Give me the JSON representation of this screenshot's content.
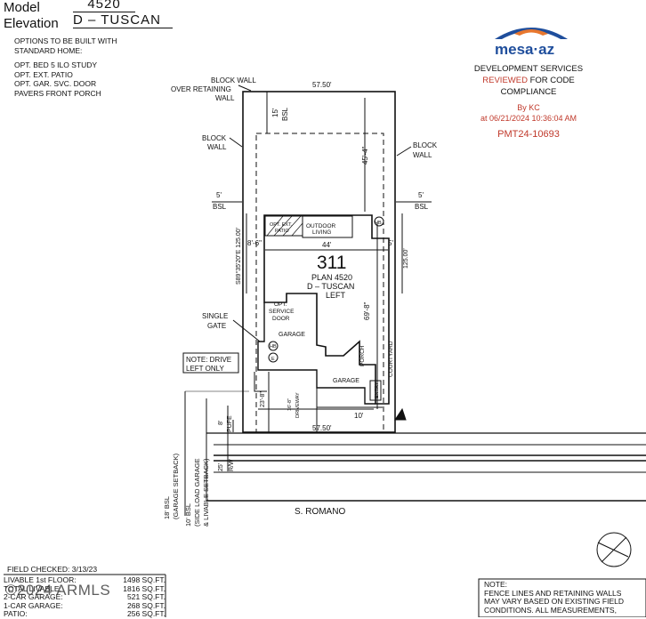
{
  "header": {
    "model_label": "Model",
    "model_value": "4520",
    "elevation_label": "Elevation",
    "elevation_value": "D – TUSCAN"
  },
  "options": {
    "title_lines": [
      "OPTIONS TO BE BUILT WITH",
      "STANDARD HOME:"
    ],
    "items": [
      "OPT. BED 5 ILO STUDY",
      "OPT. EXT. PATIO",
      "OPT. GAR. SVC. DOOR",
      "PAVERS FRONT PORCH"
    ]
  },
  "stamp": {
    "logo": "mesa·az",
    "line1": "DEVELOPMENT SERVICES",
    "reviewed": "REVIEWED",
    "line2_rest": " FOR CODE",
    "line3": "COMPLIANCE",
    "by": "By KC",
    "at": "at  06/21/2024  10:36:04 AM",
    "permit": "PMT24-10693"
  },
  "plan": {
    "lot_number": "311",
    "plan_name": "PLAN 4520",
    "elevation": "D – TUSCAN",
    "hand": "LEFT",
    "labels": {
      "block_wall_over_retaining": [
        "BLOCK WALL",
        "OVER RETAINING",
        "WALL"
      ],
      "block_wall_left": [
        "BLOCK",
        "WALL"
      ],
      "block_wall_right": [
        "BLOCK",
        "WALL"
      ],
      "setback_left": [
        "5'",
        "BSL"
      ],
      "setback_right": [
        "5'",
        "BSL"
      ],
      "rear_setback": [
        "15'",
        "BSL"
      ],
      "top_dim": "57.50'",
      "bottom_dim": "57.50'",
      "depth_dim": "45'-4\"",
      "width_44": "44'",
      "dim_8_6": "8'-6\"",
      "dim_5": "5'",
      "dim_69_8": "69'-8\"",
      "dim_23_8": "23'-8\"",
      "dim_10": "10'",
      "dim_8": "8'",
      "dim_25": "25'",
      "bearing": "S89°35'20\"E  125.00'",
      "right_side_dim": "125.00'",
      "ext_patio": [
        "OPT. EXT.",
        "PATIO"
      ],
      "outdoor_living": [
        "OUTDOOR",
        "LIVING"
      ],
      "hb": "HB",
      "e": "E",
      "service_door": [
        "OPT.",
        "SERVICE",
        "DOOR"
      ],
      "garage_left": "GARAGE",
      "garage_right": "GARAGE",
      "porch": "PORCH",
      "courtyard": "COURTYARD",
      "entry": "ENTRY",
      "driveway": "DRIVEWAY",
      "driveway_width": "16'-8\"",
      "single_gate": [
        "SINGLE",
        "GATE"
      ],
      "note_drive": [
        "NOTE: DRIVE",
        "LEFT ONLY"
      ],
      "pufe": "PUFE",
      "rw": "R/W",
      "street": "S. ROMANO",
      "bsl_18": [
        "18' BSL",
        "(GARAGE SETBACK)"
      ],
      "bsl_10": [
        "10' BSL",
        "(SIDE LOAD GARAGE",
        "& LIVABLE SETBACK)"
      ]
    }
  },
  "field_checked": "FIELD CHECKED:  3/13/23",
  "areas": [
    {
      "label": "LIVABLE 1st FLOOR:",
      "value": "1498 SQ.FT."
    },
    {
      "label": "TOTAL LIVABLE:",
      "value": "1816 SQ.FT."
    },
    {
      "label": "2-CAR GARAGE:",
      "value": "521 SQ.FT."
    },
    {
      "label": "1-CAR GARAGE:",
      "value": "268 SQ.FT."
    },
    {
      "label": "PATIO:",
      "value": "256 SQ.FT."
    }
  ],
  "watermark": "©2024 ARMLS",
  "note_bottom": {
    "lines": [
      "NOTE:",
      "FENCE LINES AND RETAINING WALLS",
      "MAY VARY BASED ON EXISTING FIELD",
      "CONDITIONS.  ALL MEASUREMENTS,"
    ]
  },
  "colors": {
    "logo_blue": "#1f4e9c",
    "logo_orange": "#e8772e",
    "reviewed_red": "#c0392b",
    "line": "#111111"
  }
}
